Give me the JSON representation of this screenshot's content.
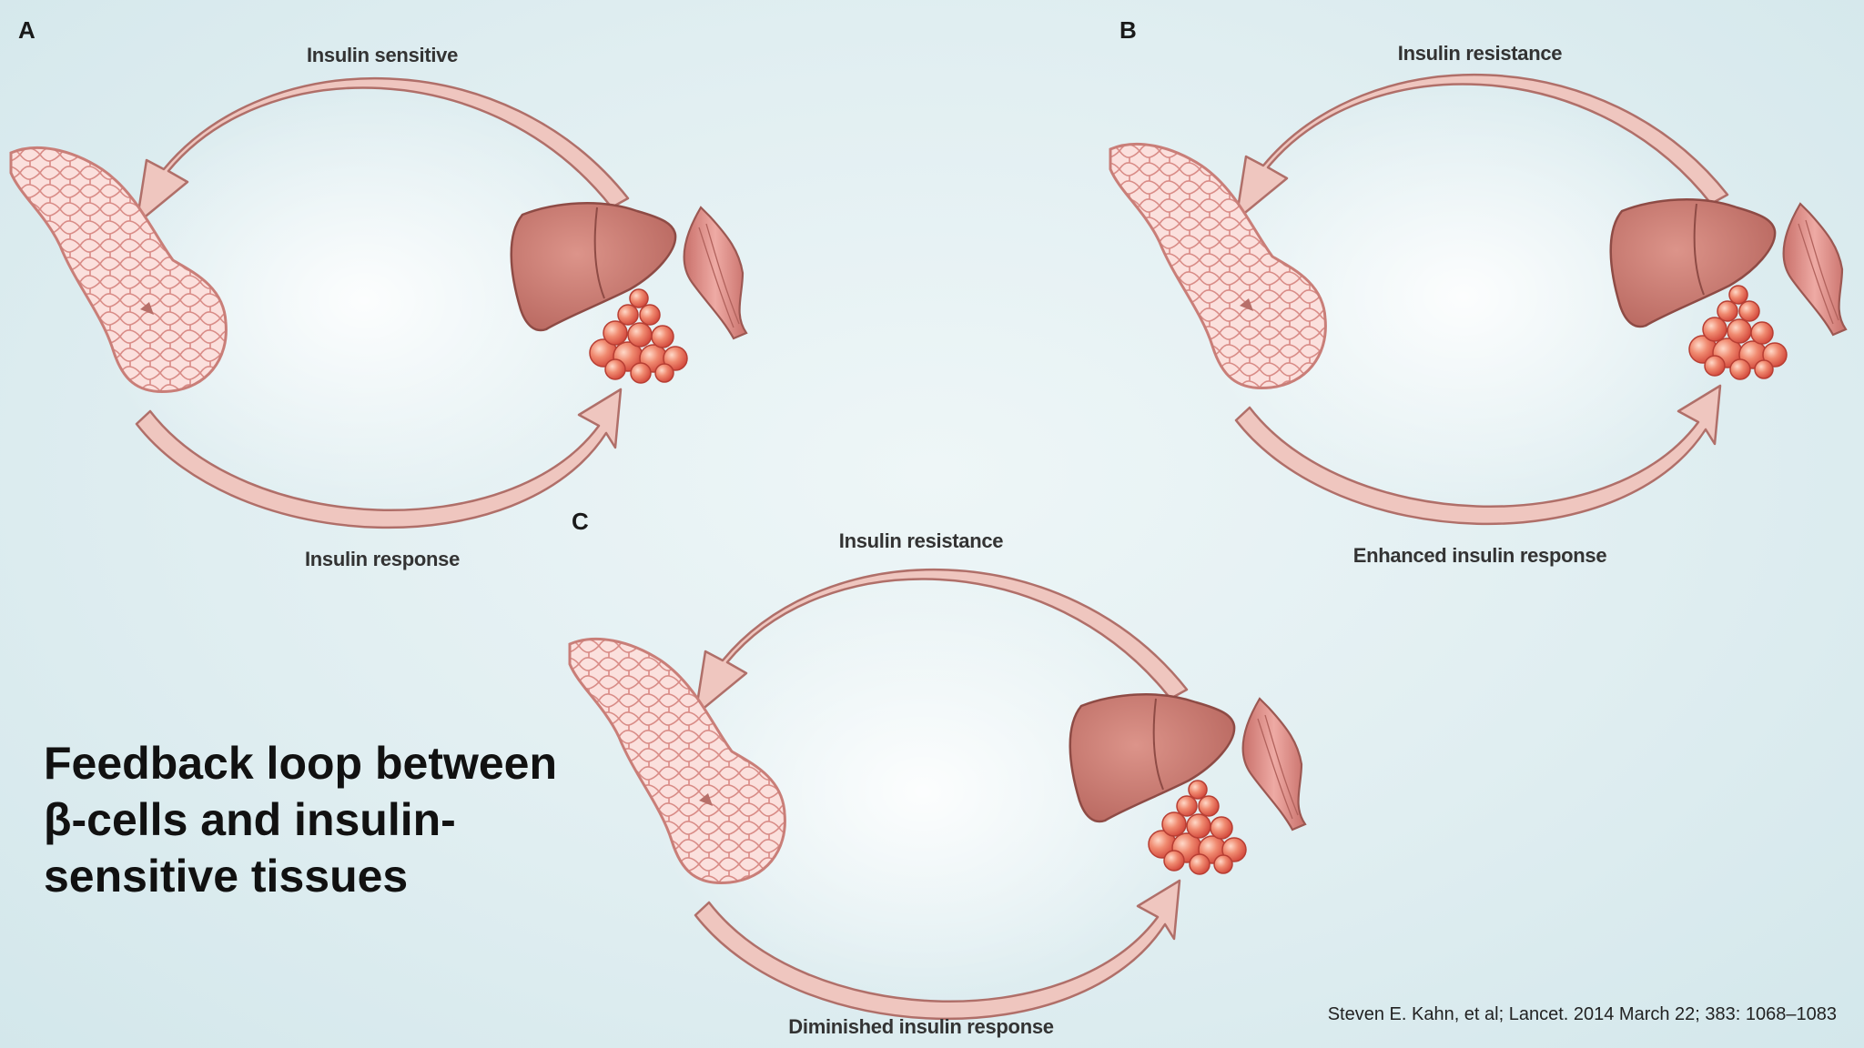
{
  "slide": {
    "title": "Feedback loop between β-cells and insulin-sensitive tissues",
    "citation": "Steven E. Kahn, et al; Lancet. 2014 March 22; 383: 1068–1083"
  },
  "panels": [
    {
      "letter": "A",
      "top_label": "Insulin sensitive",
      "bottom_label": "Insulin response"
    },
    {
      "letter": "B",
      "top_label": "Insulin resistance",
      "bottom_label": "Enhanced insulin response"
    },
    {
      "letter": "C",
      "top_label": "Insulin resistance",
      "bottom_label": "Diminished insulin response"
    }
  ],
  "colors": {
    "arrow_fill": "#efc6bf",
    "arrow_stroke": "#b06f69",
    "pancreas_fill": "#f7d1ce",
    "liver_fill": "#cc7e74",
    "fat_fill": "#ec6f58",
    "muscle_fill": "#d88a85"
  }
}
